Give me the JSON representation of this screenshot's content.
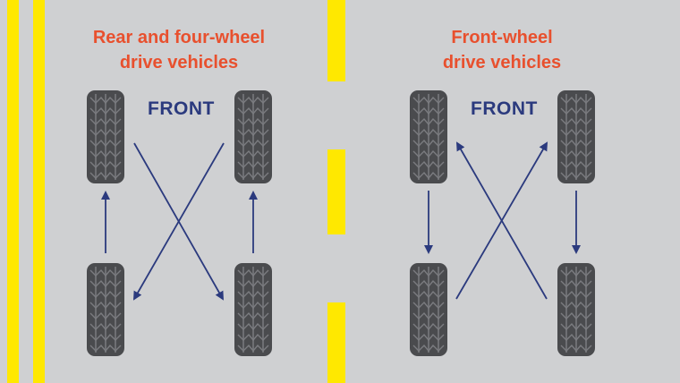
{
  "colors": {
    "background": "#cfd0d2",
    "road_line": "#ffe800",
    "title": "#e8502e",
    "label": "#2b3a7e",
    "arrow": "#2b3a7e",
    "tire": "#4a4b4e",
    "tread": "#727377"
  },
  "left_panel": {
    "title": "Rear and four-wheel\ndrive vehicles",
    "front_label": "FRONT",
    "pattern": "rearward-cross"
  },
  "right_panel": {
    "title": "Front-wheel\ndrive vehicles",
    "front_label": "FRONT",
    "pattern": "forward-cross"
  },
  "icons": [
    "tire-icon",
    "arrow-icon"
  ]
}
